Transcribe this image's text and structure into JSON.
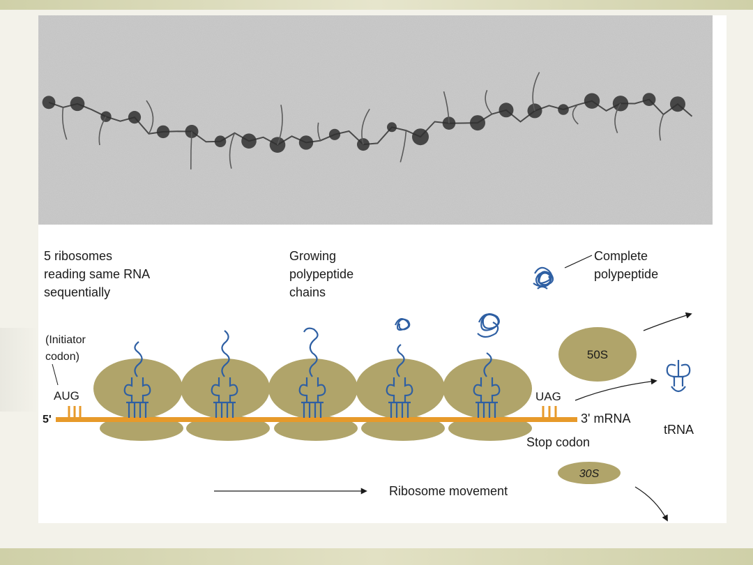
{
  "colors": {
    "ribosome": "#b0a46a",
    "mrna": "#e79a2a",
    "trna": "#2e5fa3",
    "text": "#1a1a1a",
    "micrograph_bg": "#b5b5b5",
    "micrograph_dots": "#3a3a3a"
  },
  "micrograph": {
    "icon": "electron-micrograph-polysome"
  },
  "labels": {
    "ribosomes_line1": "5 ribosomes",
    "ribosomes_line2": "reading same RNA",
    "ribosomes_line3": "sequentially",
    "growing_line1": "Growing",
    "growing_line2": "polypeptide",
    "growing_line3": "chains",
    "complete_line1": "Complete",
    "complete_line2": "polypeptide",
    "initiator_line1": "(Initiator",
    "initiator_line2": "codon)",
    "aug": "AUG",
    "five_prime": "5'",
    "uag": "UAG",
    "three_prime_mrna": "3' mRNA",
    "stop_codon": "Stop codon",
    "trna": "tRNA",
    "large_subunit": "50S",
    "small_subunit": "30S",
    "ribosome_movement": "Ribosome movement"
  }
}
